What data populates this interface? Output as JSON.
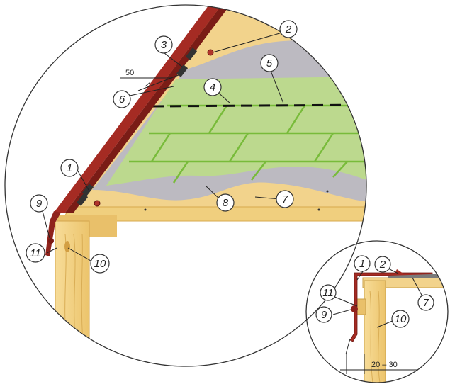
{
  "callouts": {
    "c1": "1",
    "c2": "2",
    "c3": "3",
    "c4": "4",
    "c5": "5",
    "c6": "6",
    "c7": "7",
    "c8": "8",
    "c9": "9",
    "c10": "10",
    "c11": "11"
  },
  "detail_callouts": {
    "c1": "1",
    "c2": "2",
    "c7": "7",
    "c9": "9",
    "c10": "10",
    "c11": "11"
  },
  "dimensions": {
    "overlap": "50",
    "gap": "20 – 30"
  },
  "colors": {
    "shingle": "#b9d88b",
    "shingle_line": "#7bbf3c",
    "membrane": "#b9b7bf",
    "wood": "#f3d48a",
    "wood_dark": "#e6b95e",
    "flashing": "#9e2a23",
    "flashing_dark": "#6e1a14"
  }
}
